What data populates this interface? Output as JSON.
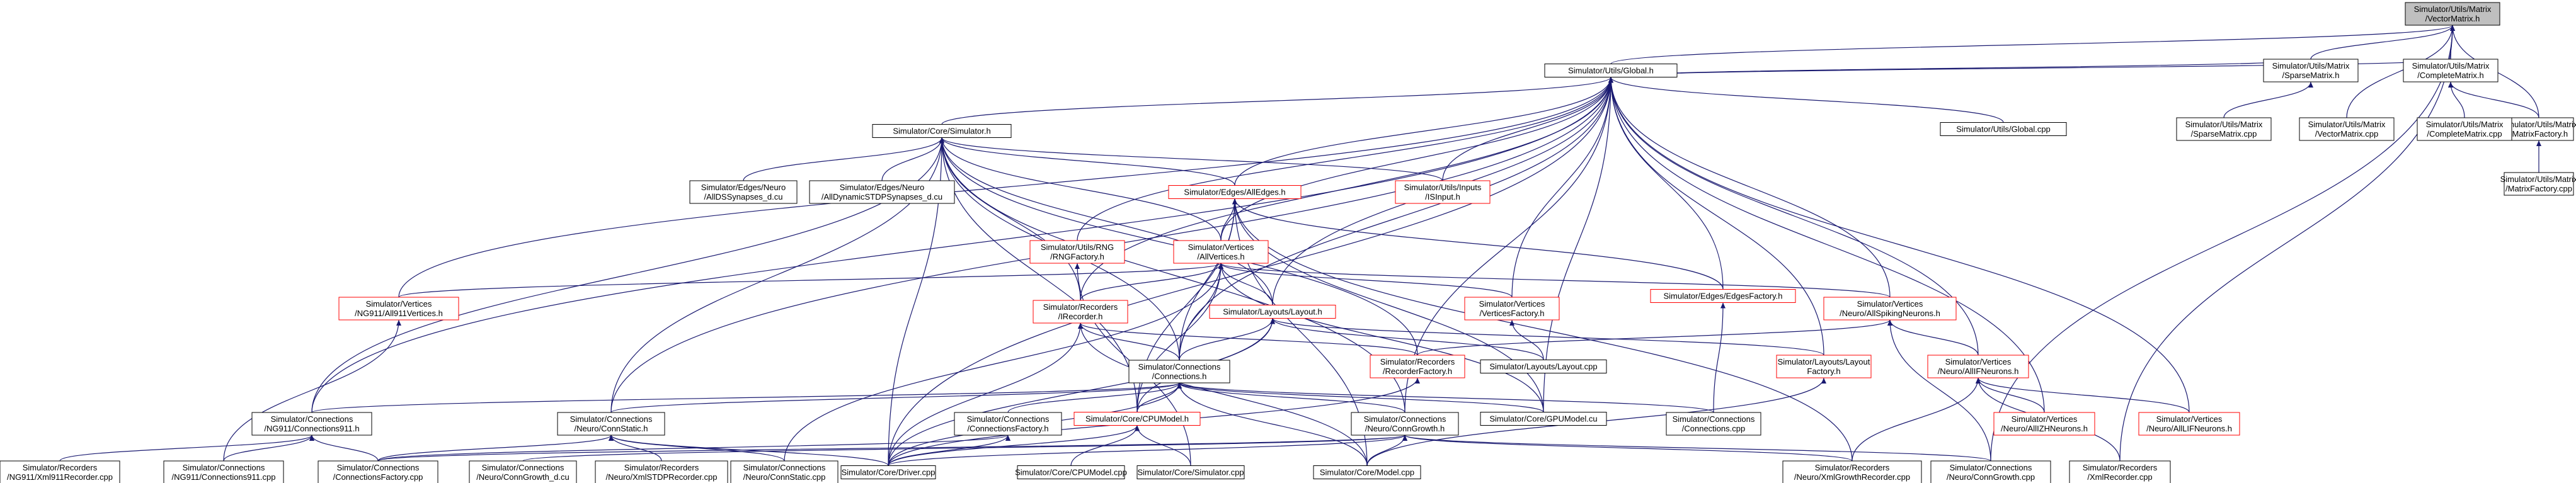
{
  "colors": {
    "edge": "#191970",
    "border": "#000000",
    "red_border": "#ff0000",
    "root_fill": "#bfbfbf",
    "background": "#ffffff"
  },
  "nodes": [
    {
      "id": "vm",
      "lines": [
        "Simulator/Utils/Matrix",
        "/VectorMatrix.h"
      ],
      "style": "root"
    },
    {
      "id": "global",
      "lines": [
        "Simulator/Utils/Global.h"
      ],
      "style": "black"
    },
    {
      "id": "sparse",
      "lines": [
        "Simulator/Utils/Matrix",
        "/SparseMatrix.h"
      ],
      "style": "black"
    },
    {
      "id": "complete",
      "lines": [
        "Simulator/Utils/Matrix",
        "/CompleteMatrix.h"
      ],
      "style": "black"
    },
    {
      "id": "mfactory",
      "lines": [
        "Simulator/Utils/Matrix",
        "/MatrixFactory.h"
      ],
      "style": "black"
    },
    {
      "id": "mfactorycpp",
      "lines": [
        "Simulator/Utils/Matrix",
        "/MatrixFactory.cpp"
      ],
      "style": "black"
    },
    {
      "id": "globalcpp",
      "lines": [
        "Simulator/Utils/Global.cpp"
      ],
      "style": "black"
    },
    {
      "id": "sparsecpp",
      "lines": [
        "Simulator/Utils/Matrix",
        "/SparseMatrix.cpp"
      ],
      "style": "black"
    },
    {
      "id": "vectorcpp",
      "lines": [
        "Simulator/Utils/Matrix",
        "/VectorMatrix.cpp"
      ],
      "style": "black"
    },
    {
      "id": "completecpp",
      "lines": [
        "Simulator/Utils/Matrix",
        "/CompleteMatrix.cpp"
      ],
      "style": "black"
    },
    {
      "id": "simulatorh",
      "lines": [
        "Simulator/Core/Simulator.h"
      ],
      "style": "black"
    },
    {
      "id": "allds",
      "lines": [
        "Simulator/Edges/Neuro",
        "/AllDSSynapses_d.cu"
      ],
      "style": "black"
    },
    {
      "id": "alldyn",
      "lines": [
        "Simulator/Edges/Neuro",
        "/AllDynamicSTDPSynapses_d.cu"
      ],
      "style": "black"
    },
    {
      "id": "alledges",
      "lines": [
        "Simulator/Edges/AllEdges.h"
      ],
      "style": "red"
    },
    {
      "id": "isinput",
      "lines": [
        "Simulator/Utils/Inputs",
        "/ISInput.h"
      ],
      "style": "red"
    },
    {
      "id": "rng",
      "lines": [
        "Simulator/Utils/RNG",
        "/RNGFactory.h"
      ],
      "style": "red"
    },
    {
      "id": "allvertices",
      "lines": [
        "Simulator/Vertices",
        "/AllVertices.h"
      ],
      "style": "red"
    },
    {
      "id": "edgesfactory",
      "lines": [
        "Simulator/Edges/EdgesFactory.h"
      ],
      "style": "red"
    },
    {
      "id": "ng911vert",
      "lines": [
        "Simulator/Vertices",
        "/NG911/All911Vertices.h"
      ],
      "style": "red"
    },
    {
      "id": "irecorder",
      "lines": [
        "Simulator/Recorders",
        "/IRecorder.h"
      ],
      "style": "red"
    },
    {
      "id": "layouth",
      "lines": [
        "Simulator/Layouts/Layout.h"
      ],
      "style": "red"
    },
    {
      "id": "vertfactory",
      "lines": [
        "Simulator/Vertices",
        "/VerticesFactory.h"
      ],
      "style": "red"
    },
    {
      "id": "spiking",
      "lines": [
        "Simulator/Vertices",
        "/Neuro/AllSpikingNeurons.h"
      ],
      "style": "red"
    },
    {
      "id": "connh",
      "lines": [
        "Simulator/Connections",
        "/Connections.h"
      ],
      "style": "black"
    },
    {
      "id": "recfactory",
      "lines": [
        "Simulator/Recorders",
        "/RecorderFactory.h"
      ],
      "style": "red"
    },
    {
      "id": "layoutcpp",
      "lines": [
        "Simulator/Layouts/Layout.cpp"
      ],
      "style": "black"
    },
    {
      "id": "layoutfactory",
      "lines": [
        "Simulator/Layouts/Layout",
        "Factory.h"
      ],
      "style": "red"
    },
    {
      "id": "iif",
      "lines": [
        "Simulator/Vertices",
        "/Neuro/AllIFNeurons.h"
      ],
      "style": "red"
    },
    {
      "id": "conn911h",
      "lines": [
        "Simulator/Connections",
        "/NG911/Connections911.h"
      ],
      "style": "black"
    },
    {
      "id": "connstatic",
      "lines": [
        "Simulator/Connections",
        "/Neuro/ConnStatic.h"
      ],
      "style": "black"
    },
    {
      "id": "connfactory",
      "lines": [
        "Simulator/Connections",
        "/ConnectionsFactory.h"
      ],
      "style": "black"
    },
    {
      "id": "cpumodel",
      "lines": [
        "Simulator/Core/CPUModel.h"
      ],
      "style": "red"
    },
    {
      "id": "conngrowth",
      "lines": [
        "Simulator/Connections",
        "/Neuro/ConnGrowth.h"
      ],
      "style": "black"
    },
    {
      "id": "gpumodel",
      "lines": [
        "Simulator/Core/GPUModel.cu"
      ],
      "style": "black"
    },
    {
      "id": "conncpp",
      "lines": [
        "Simulator/Connections",
        "/Connections.cpp"
      ],
      "style": "black"
    },
    {
      "id": "izh",
      "lines": [
        "Simulator/Vertices",
        "/Neuro/AllIZHNeurons.h"
      ],
      "style": "red"
    },
    {
      "id": "lif",
      "lines": [
        "Simulator/Vertices",
        "/Neuro/AllLIFNeurons.h"
      ],
      "style": "red"
    },
    {
      "id": "xml911",
      "lines": [
        "Simulator/Recorders",
        "/NG911/Xml911Recorder.cpp"
      ],
      "style": "black"
    },
    {
      "id": "conn911cpp",
      "lines": [
        "Simulator/Connections",
        "/NG911/Connections911.cpp"
      ],
      "style": "black"
    },
    {
      "id": "connfactorycpp",
      "lines": [
        "Simulator/Connections",
        "/ConnectionsFactory.cpp"
      ],
      "style": "black"
    },
    {
      "id": "conngrowthcu",
      "lines": [
        "Simulator/Connections",
        "/Neuro/ConnGrowth_d.cu"
      ],
      "style": "black"
    },
    {
      "id": "xmlstdp",
      "lines": [
        "Simulator/Recorders",
        "/Neuro/XmlSTDPRecorder.cpp"
      ],
      "style": "black"
    },
    {
      "id": "connstaticcpp",
      "lines": [
        "Simulator/Connections",
        "/Neuro/ConnStatic.cpp"
      ],
      "style": "black"
    },
    {
      "id": "drivercpp",
      "lines": [
        "Simulator/Core/Driver.cpp"
      ],
      "style": "black"
    },
    {
      "id": "cpumodelcpp",
      "lines": [
        "Simulator/Core/CPUModel.cpp"
      ],
      "style": "black"
    },
    {
      "id": "simcpp",
      "lines": [
        "Simulator/Core/Simulator.cpp"
      ],
      "style": "black"
    },
    {
      "id": "modelcpp",
      "lines": [
        "Simulator/Core/Model.cpp"
      ],
      "style": "black"
    },
    {
      "id": "xmlgrowth",
      "lines": [
        "Simulator/Recorders",
        "/Neuro/XmlGrowthRecorder.cpp"
      ],
      "style": "black"
    },
    {
      "id": "conngrowthcpp",
      "lines": [
        "Simulator/Connections",
        "/Neuro/ConnGrowth.cpp"
      ],
      "style": "black"
    },
    {
      "id": "xmlrec",
      "lines": [
        "Simulator/Recorders",
        "/XmlRecorder.cpp"
      ],
      "style": "black"
    }
  ],
  "edges": [
    [
      "vm",
      "global"
    ],
    [
      "vm",
      "sparse"
    ],
    [
      "vm",
      "complete"
    ],
    [
      "vm",
      "mfactory"
    ],
    [
      "vm",
      "vectorcpp"
    ],
    [
      "vm",
      "conngrowthcpp"
    ],
    [
      "vm",
      "xmlrec"
    ],
    [
      "global",
      "simulatorh"
    ],
    [
      "global",
      "globalcpp"
    ],
    [
      "global",
      "sparse"
    ],
    [
      "global",
      "complete"
    ],
    [
      "global",
      "alledges"
    ],
    [
      "global",
      "isinput"
    ],
    [
      "global",
      "rng"
    ],
    [
      "global",
      "allvertices"
    ],
    [
      "global",
      "edgesfactory"
    ],
    [
      "global",
      "ng911vert"
    ],
    [
      "global",
      "irecorder"
    ],
    [
      "global",
      "layouth"
    ],
    [
      "global",
      "vertfactory"
    ],
    [
      "global",
      "spiking"
    ],
    [
      "global",
      "iif"
    ],
    [
      "global",
      "layoutfactory"
    ],
    [
      "global",
      "conn911h"
    ],
    [
      "global",
      "connstatic"
    ],
    [
      "global",
      "conngrowth"
    ],
    [
      "global",
      "gpumodel"
    ],
    [
      "global",
      "izh"
    ],
    [
      "global",
      "lif"
    ],
    [
      "global",
      "connh"
    ],
    [
      "global",
      "drivercpp"
    ],
    [
      "sparse",
      "sparsecpp"
    ],
    [
      "complete",
      "completecpp"
    ],
    [
      "complete",
      "mfactory"
    ],
    [
      "mfactory",
      "mfactorycpp"
    ],
    [
      "simulatorh",
      "allds"
    ],
    [
      "simulatorh",
      "alldyn"
    ],
    [
      "simulatorh",
      "alledges"
    ],
    [
      "simulatorh",
      "isinput"
    ],
    [
      "simulatorh",
      "allvertices"
    ],
    [
      "simulatorh",
      "irecorder"
    ],
    [
      "simulatorh",
      "layouth"
    ],
    [
      "simulatorh",
      "connh"
    ],
    [
      "simulatorh",
      "conn911h"
    ],
    [
      "simulatorh",
      "connstatic"
    ],
    [
      "simulatorh",
      "conngrowth"
    ],
    [
      "simulatorh",
      "drivercpp"
    ],
    [
      "simulatorh",
      "cpumodel"
    ],
    [
      "simulatorh",
      "recfactory"
    ],
    [
      "alledges",
      "allvertices"
    ],
    [
      "alledges",
      "edgesfactory"
    ],
    [
      "alledges",
      "connh"
    ],
    [
      "alledges",
      "cpumodel"
    ],
    [
      "alledges",
      "gpumodel"
    ],
    [
      "alledges",
      "xmlgrowth"
    ],
    [
      "alledges",
      "modelcpp"
    ],
    [
      "allvertices",
      "ng911vert"
    ],
    [
      "allvertices",
      "irecorder"
    ],
    [
      "allvertices",
      "layouth"
    ],
    [
      "allvertices",
      "vertfactory"
    ],
    [
      "allvertices",
      "spiking"
    ],
    [
      "allvertices",
      "connh"
    ],
    [
      "allvertices",
      "cpumodel"
    ],
    [
      "allvertices",
      "gpumodel"
    ],
    [
      "allvertices",
      "connstaticcpp"
    ],
    [
      "rng",
      "simcpp"
    ],
    [
      "ng911vert",
      "conn911cpp"
    ],
    [
      "irecorder",
      "recfactory"
    ],
    [
      "irecorder",
      "drivercpp"
    ],
    [
      "irecorder",
      "connh"
    ],
    [
      "irecorder",
      "modelcpp"
    ],
    [
      "layouth",
      "connh"
    ],
    [
      "layouth",
      "layoutcpp"
    ],
    [
      "layouth",
      "layoutfactory"
    ],
    [
      "layouth",
      "cpumodel"
    ],
    [
      "layouth",
      "drivercpp"
    ],
    [
      "vertfactory",
      "layoutcpp"
    ],
    [
      "spiking",
      "iif"
    ],
    [
      "spiking",
      "recfactory"
    ],
    [
      "spiking",
      "conngrowthcpp"
    ],
    [
      "iif",
      "izh"
    ],
    [
      "iif",
      "lif"
    ],
    [
      "iif",
      "xmlgrowth"
    ],
    [
      "iif",
      "xmlrec"
    ],
    [
      "connh",
      "conn911h"
    ],
    [
      "connh",
      "connstatic"
    ],
    [
      "connh",
      "connfactory"
    ],
    [
      "connh",
      "cpumodel"
    ],
    [
      "connh",
      "conngrowth"
    ],
    [
      "connh",
      "gpumodel"
    ],
    [
      "connh",
      "conncpp"
    ],
    [
      "connh",
      "modelcpp"
    ],
    [
      "connh",
      "drivercpp"
    ],
    [
      "edgesfactory",
      "conncpp"
    ],
    [
      "recfactory",
      "drivercpp"
    ],
    [
      "layoutfactory",
      "modelcpp"
    ],
    [
      "conn911h",
      "xml911"
    ],
    [
      "conn911h",
      "conn911cpp"
    ],
    [
      "conn911h",
      "connfactorycpp"
    ],
    [
      "connstatic",
      "connfactorycpp"
    ],
    [
      "connstatic",
      "xmlstdp"
    ],
    [
      "connstatic",
      "connstaticcpp"
    ],
    [
      "connstatic",
      "drivercpp"
    ],
    [
      "connfactory",
      "connfactorycpp"
    ],
    [
      "connfactory",
      "drivercpp"
    ],
    [
      "cpumodel",
      "cpumodelcpp"
    ],
    [
      "cpumodel",
      "drivercpp"
    ],
    [
      "cpumodel",
      "simcpp"
    ],
    [
      "conngrowth",
      "conngrowthcu"
    ],
    [
      "conngrowth",
      "xmlgrowth"
    ],
    [
      "conngrowth",
      "conngrowthcpp"
    ],
    [
      "conngrowth",
      "drivercpp"
    ],
    [
      "conngrowth",
      "modelcpp"
    ],
    [
      "conngrowth",
      "connfactorycpp"
    ]
  ]
}
